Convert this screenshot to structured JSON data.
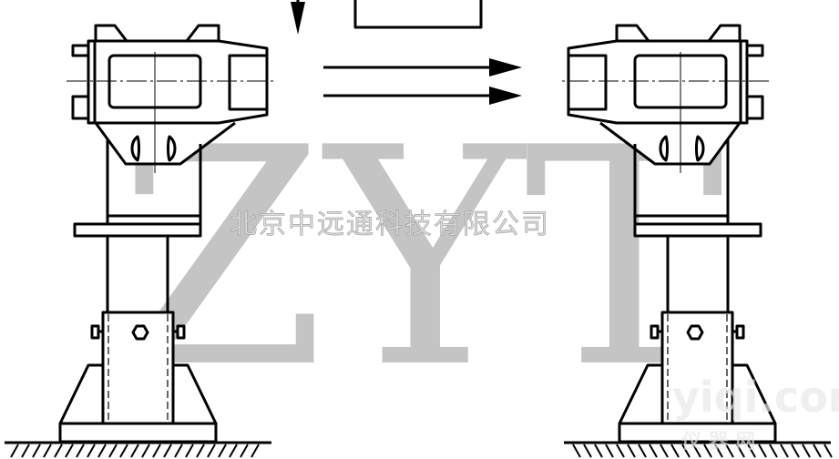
{
  "drawing": {
    "type": "mechanical-diagram",
    "description": "Two mirrored pedestal-mounted heads on adjustable columns with base plates; arrows indicate motion toward the right unit",
    "top_box_label": "",
    "top_box_label_note": "label text cut off at top edge",
    "arrows": [
      {
        "direction": "down",
        "position": "top-center-left"
      },
      {
        "direction": "right",
        "count": 2,
        "position": "center-top"
      }
    ],
    "units": [
      {
        "id": "left-unit",
        "orientation": "nose-right"
      },
      {
        "id": "right-unit",
        "orientation": "nose-left"
      }
    ]
  },
  "watermarks": {
    "logo": "ZYT",
    "company": "北京中远通科技有限公司",
    "site": "yiqi.com",
    "site_sub": "仪 器 网"
  },
  "colors": {
    "line": "#000000",
    "watermark": "#c4c4c4",
    "background": "#ffffff"
  }
}
